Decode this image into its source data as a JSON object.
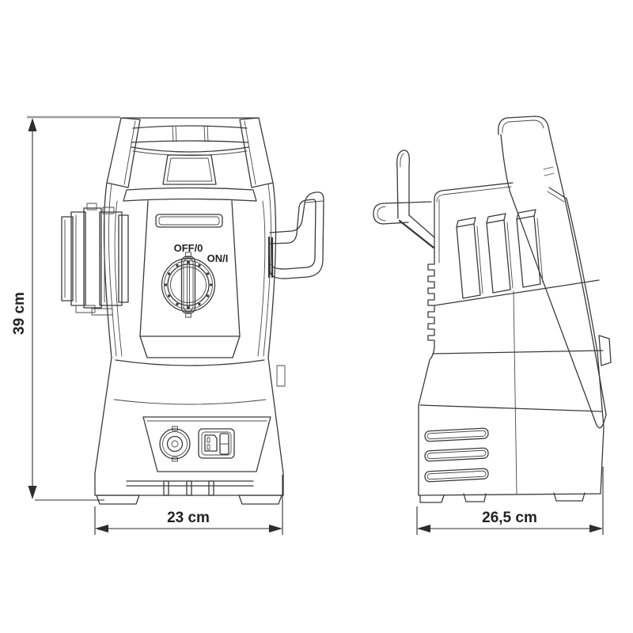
{
  "drawing": {
    "background": "#ffffff",
    "line_color": "#3a3a3a",
    "views": {
      "front": {
        "name": "pressure-washer-front-view",
        "controls": {
          "dial_off_label": "OFF/0",
          "dial_on_label": "ON/I"
        }
      },
      "side": {
        "name": "pressure-washer-side-view"
      }
    },
    "dimensions": {
      "height": {
        "label": "39 cm",
        "orientation": "vertical"
      },
      "width": {
        "label": "23 cm",
        "orientation": "horizontal"
      },
      "depth": {
        "label": "26,5 cm",
        "orientation": "horizontal"
      }
    }
  }
}
